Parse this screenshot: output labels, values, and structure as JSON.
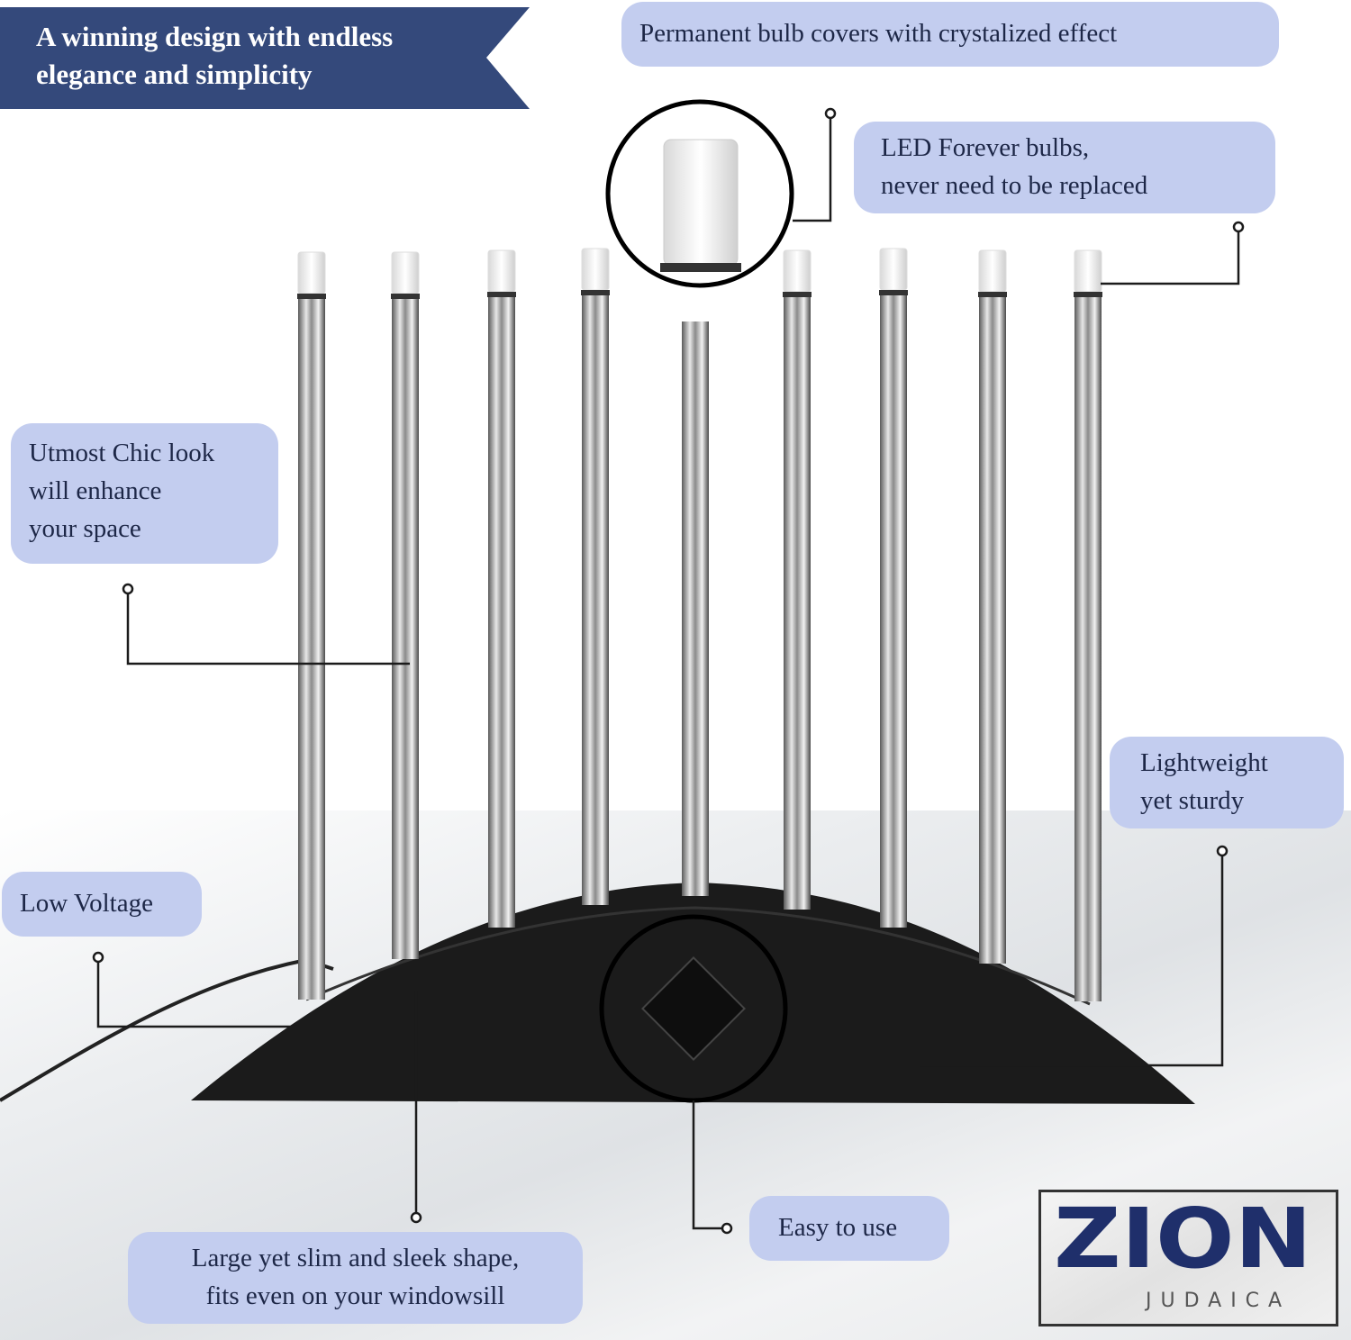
{
  "banner": {
    "line1": "A winning design with endless",
    "line2": "elegance and simplicity",
    "color": "#34497b"
  },
  "callouts": {
    "bulb_covers": "Permanent bulb covers with crystalized effect",
    "led_line1": "LED Forever bulbs,",
    "led_line2": "never need to be replaced",
    "chic_line1": "Utmost Chic look",
    "chic_line2": "will enhance",
    "chic_line3": "your space",
    "lightweight_line1": "Lightweight",
    "lightweight_line2": "yet sturdy",
    "low_voltage": "Low Voltage",
    "easy": "Easy to use",
    "shape_line1": "Large yet slim and sleek shape,",
    "shape_line2": "fits even on your windowsill"
  },
  "colors": {
    "bubble": "#c3cdef",
    "text": "#1d2747",
    "logo": "#1f2f6b"
  },
  "logo": {
    "main": "ZION",
    "sub": "JUDAICA"
  }
}
